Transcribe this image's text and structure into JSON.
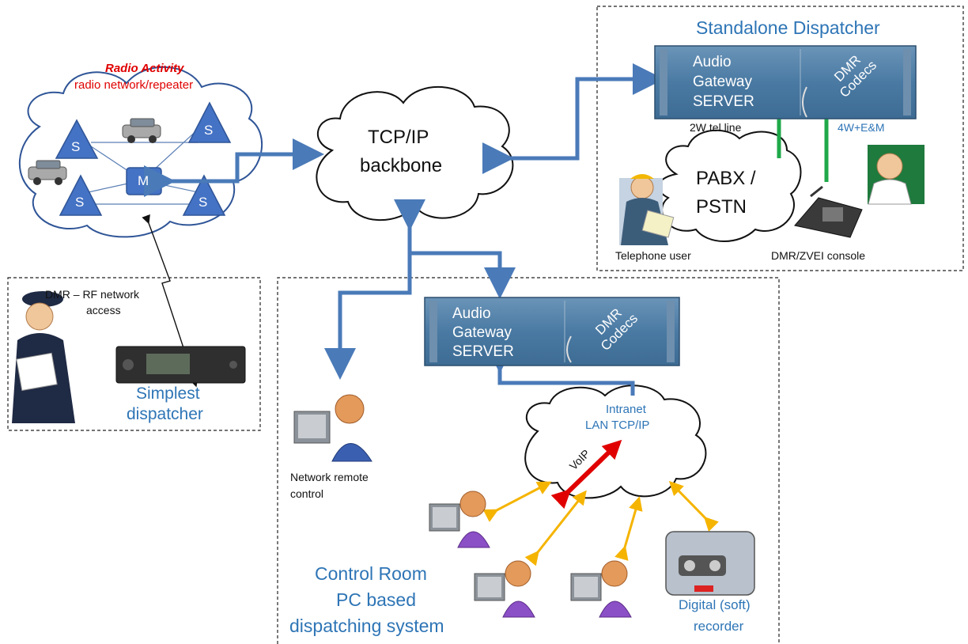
{
  "radio": {
    "title": "Radio Activity",
    "subtitle": "radio network/repeater",
    "master_label": "M",
    "site_label": "S"
  },
  "backbone": {
    "line1": "TCP/IP",
    "line2": "backbone"
  },
  "standalone": {
    "title": "Standalone Dispatcher",
    "server_lines": [
      "Audio",
      "Gateway",
      "SERVER"
    ],
    "codecs_lines": [
      "DMR",
      "Codecs"
    ],
    "tel_line": "2W tel line",
    "em_line": "4W+E&M",
    "pabx_line1": "PABX /",
    "pabx_line2": "PSTN",
    "telephone_user": "Telephone user",
    "console": "DMR/ZVEI  console"
  },
  "simplest": {
    "access_line1": "DMR – RF network",
    "access_line2": "access",
    "label_line1": "Simplest",
    "label_line2": "dispatcher"
  },
  "control_room": {
    "server_lines": [
      "Audio",
      "Gateway",
      "SERVER"
    ],
    "codecs_lines": [
      "DMR",
      "Codecs"
    ],
    "intranet_line1": "Intranet",
    "intranet_line2": "LAN TCP/IP",
    "voip": "VoIP",
    "remote_line1": "Network remote",
    "remote_line2": "control",
    "title_line1": "Control Room",
    "title_line2": "PC based",
    "title_line3": "dispatching system",
    "recorder_line1": "Digital (soft)",
    "recorder_line2": "recorder"
  },
  "colors": {
    "link_blue": "#4a7ab8",
    "server_blue": "#4f7ea6",
    "voip_red": "#e00000",
    "lan_yellow": "#f5b400",
    "line_green": "#1fa84a",
    "title_blue": "#2e75b6"
  }
}
